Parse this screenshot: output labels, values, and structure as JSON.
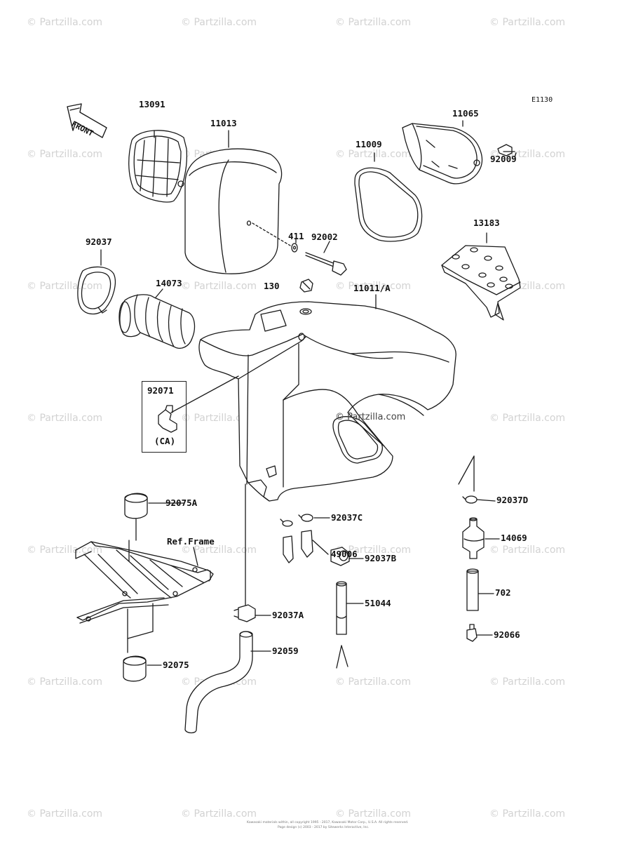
{
  "diagram_code": "E1130",
  "front_label": "FRONT",
  "watermark": "© Partzilla.com",
  "center_watermark": "© Partzilla.com",
  "copyright_lines": [
    "Kawasaki materials within, all copyright 1995 - 2017, Kawasaki Motor Corp., U.S.A. All rights reserved.",
    "Page design (c) 2003 - 2017 by Sitewerks Interactive, Inc."
  ],
  "callouts": {
    "p13091": "13091",
    "p11013": "11013",
    "p11009": "11009",
    "p11065": "11065",
    "p92009": "92009",
    "p411": "411",
    "p92002": "92002",
    "p13183": "13183",
    "p92037": "92037",
    "p14073": "14073",
    "p130": "130",
    "p11011a": "11011/A",
    "p92071": "92071",
    "pCA": "(CA)",
    "p92075a": "92075A",
    "pRefFrame": "Ref.Frame",
    "p92037c": "92037C",
    "p49006": "49006",
    "p92037b": "92037B",
    "p92037d": "92037D",
    "p14069": "14069",
    "p702": "702",
    "p51044": "51044",
    "p92037a": "92037A",
    "p92066": "92066",
    "p92059": "92059",
    "p92075": "92075"
  }
}
